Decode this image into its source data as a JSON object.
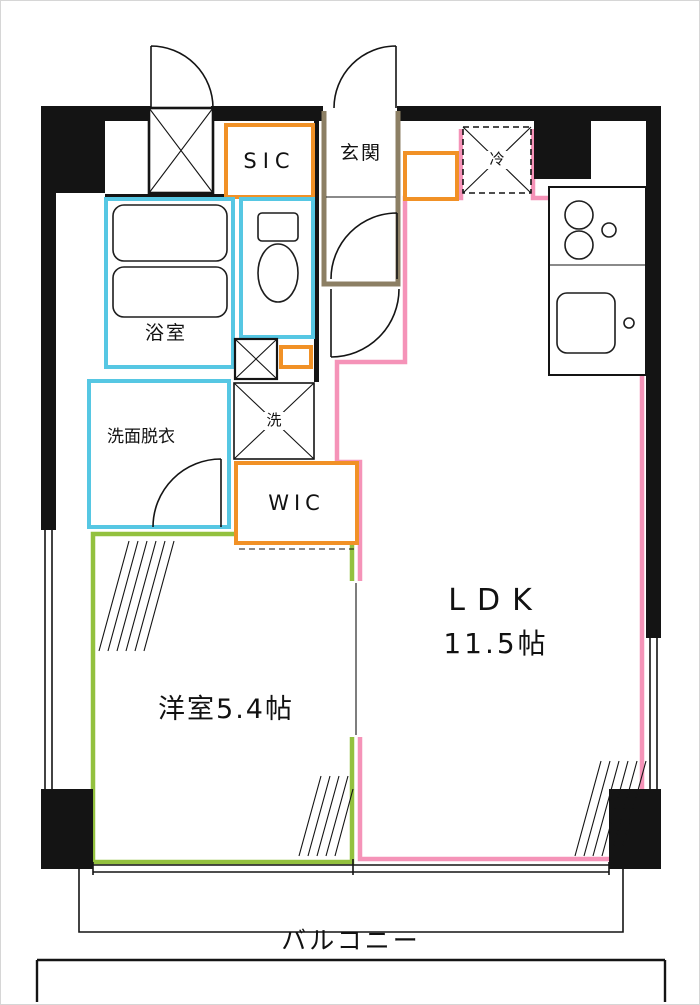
{
  "floorplan": {
    "labels": {
      "sic": "SIC",
      "entrance": "玄関",
      "refrigerator": "冷",
      "bathroom": "浴室",
      "washroom": "洗面脱衣",
      "laundry": "洗",
      "wic": "WIC",
      "ldk": "LDK",
      "ldk_size": "11.5帖",
      "western_room": "洋室5.4帖",
      "balcony": "バルコニー"
    },
    "colors": {
      "wall": "#141414",
      "ldk": "#f593b8",
      "western": "#93c13e",
      "wet": "#56c7e3",
      "closet": "#f19126",
      "entrance": "#8c7f64"
    }
  }
}
